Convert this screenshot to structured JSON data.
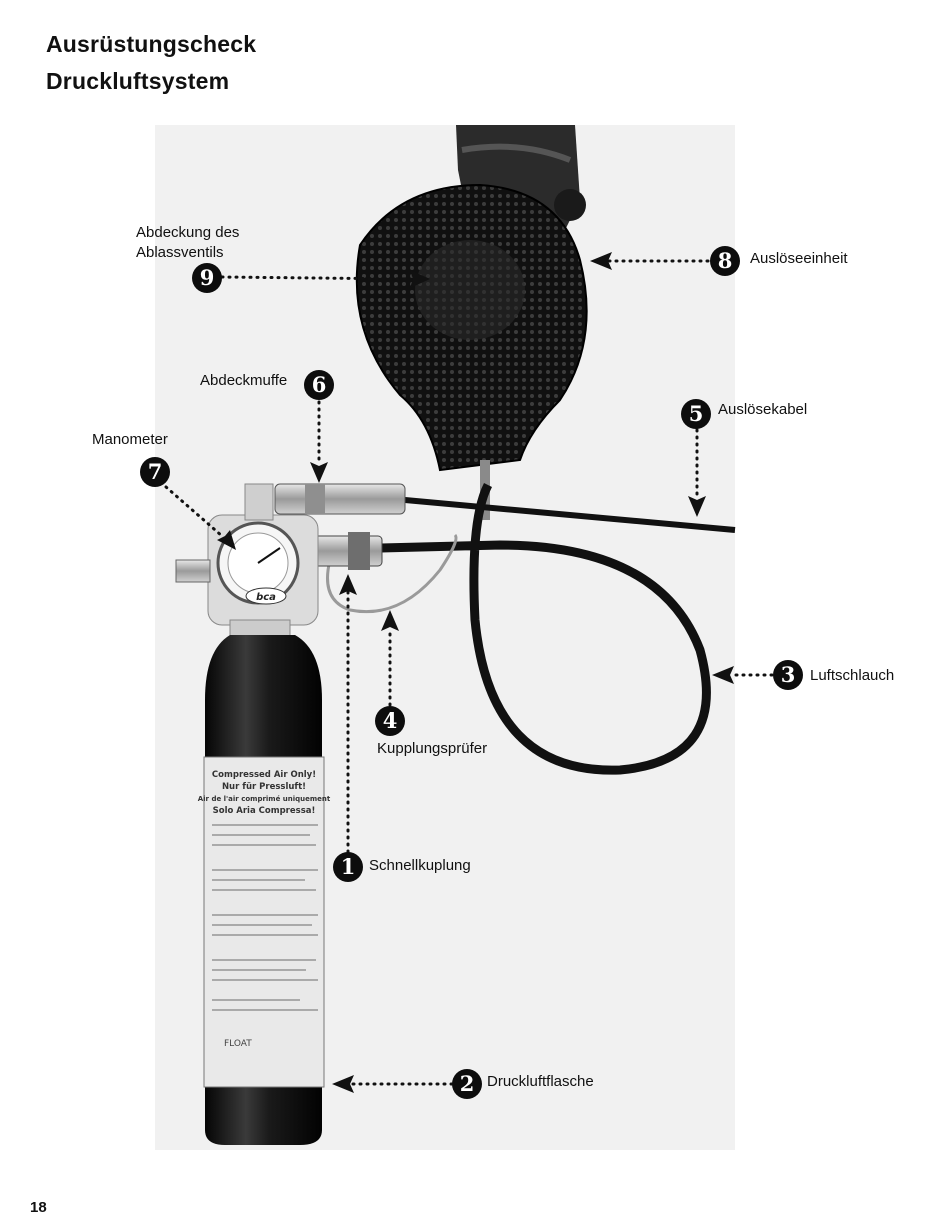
{
  "page": {
    "title_line1": "Ausrüstungscheck",
    "title_line2": "Druckluftsystem",
    "page_number": "18"
  },
  "photo": {
    "cylinder_label_lines": [
      "Compressed Air Only!",
      "Nur für Pressluft!",
      "Air de l'air comprimé uniquement",
      "Solo Aria Compressa!"
    ],
    "gauge_brand": "bca",
    "cylinder_brand": "FLOAT"
  },
  "callouts": [
    {
      "number": "1",
      "label": "Schnellkuplung"
    },
    {
      "number": "2",
      "label": "Druckluftflasche"
    },
    {
      "number": "3",
      "label": "Luftschlauch"
    },
    {
      "number": "4",
      "label": "Kupplungsprüfer"
    },
    {
      "number": "5",
      "label": "Auslösekabel"
    },
    {
      "number": "6",
      "label": "Abdeckmuffe"
    },
    {
      "number": "7",
      "label": "Manometer"
    },
    {
      "number": "8",
      "label": "Auslöseeinheit"
    },
    {
      "number": "9",
      "label_line1": "Abdeckung des",
      "label_line2": "Ablassventils"
    }
  ]
}
